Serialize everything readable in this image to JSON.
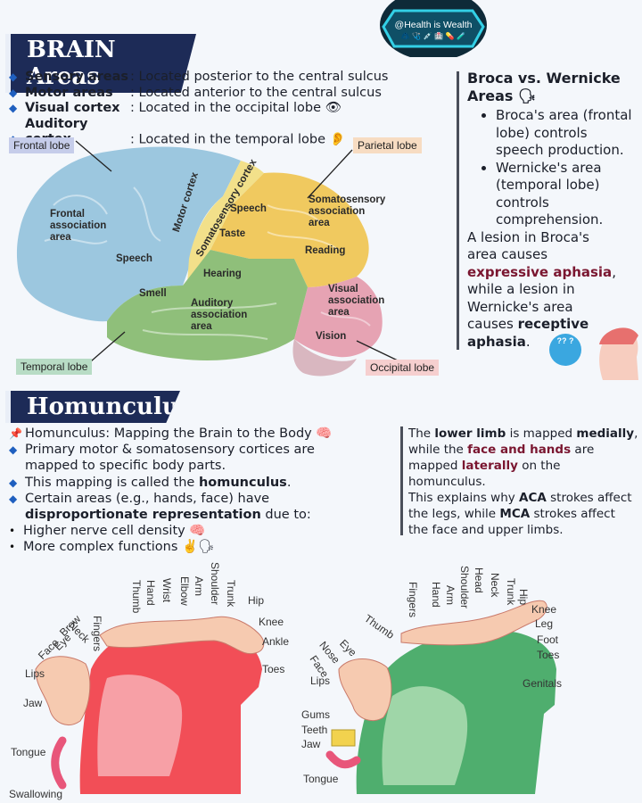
{
  "badge": {
    "text": "@Health is Wealth",
    "icons": "🧥 🩺 💉 🏥 💊 🧪"
  },
  "brain": {
    "title": "BRAIN Areas",
    "bullets": [
      {
        "term": "Sensory areas",
        "sep": ":",
        "desc": "Located posterior to the central sulcus"
      },
      {
        "term": "Motor areas",
        "sep": ":",
        "desc": "Located anterior to the central sulcus"
      },
      {
        "term": "Visual cortex",
        "sep": ":",
        "desc": "Located in the occipital lobe 👁"
      },
      {
        "term": "Auditory cortex",
        "sep": ":",
        "desc": "Located in the temporal lobe 👂"
      }
    ],
    "lobe_tags": {
      "frontal": "Frontal lobe",
      "parietal": "Parietal lobe",
      "temporal": "Temporal lobe",
      "occipital": "Occipital lobe"
    },
    "labels": {
      "frontal_assoc": "Frontal\nassociation\narea",
      "motor_cortex": "Motor cortex",
      "somato_cortex": "Somatosensory cortex",
      "speech1": "Speech",
      "taste": "Taste",
      "somato_assoc": "Somatosensory\nassociation\narea",
      "reading": "Reading",
      "speech2": "Speech",
      "hearing": "Hearing",
      "smell": "Smell",
      "auditory_assoc": "Auditory\nassociation\narea",
      "visual_assoc": "Visual\nassociation\narea",
      "vision": "Vision"
    }
  },
  "broca": {
    "title": "Broca vs. Wernicke Areas 🗣",
    "items": [
      "Broca's area (frontal lobe) controls speech production.",
      "Wernicke's area (temporal lobe) controls comprehension."
    ],
    "p1": "A lesion in Broca's area causes ",
    "h1": "expressive aphasia",
    "p2": ", while a lesion in Wernicke's area causes ",
    "h2": "receptive aphasia",
    "p3": ".",
    "bubble": "?? ?"
  },
  "homunculus": {
    "title": "Homunculus",
    "lines": [
      {
        "mark": "📌",
        "text": "Homunculus: Mapping the Brain to the Body 🧠"
      },
      {
        "mark": "◆",
        "text": "Primary motor & somatosensory cortices are"
      },
      {
        "mark": "",
        "text": "mapped to specific body parts."
      },
      {
        "mark": "◆",
        "text": "This mapping is called the ",
        "bold": "homunculus",
        "after": "."
      },
      {
        "mark": "◆",
        "text": "Certain areas (e.g., hands, face) have"
      },
      {
        "mark": "",
        "text": "",
        "bold": "disproportionate representation",
        "after": " due to:"
      },
      {
        "mark": "•",
        "text": "Higher nerve cell density 🧠"
      },
      {
        "mark": "•",
        "text": "More complex functions ✌️🗣"
      }
    ],
    "note": {
      "a": "The ",
      "b": "lower limb",
      "c": " is mapped ",
      "d": "medially",
      "e": ", while the ",
      "f": "face and hands",
      "g": " are mapped ",
      "h": "laterally",
      "i": " on the homunculus.",
      "j": "This explains why ",
      "k": "ACA",
      "l": " strokes affect the legs, while ",
      "m": "MCA",
      "n": " strokes affect the face and upper limbs."
    },
    "motor_parts": [
      "Fingers",
      "Thumb",
      "Hand",
      "Wrist",
      "Elbow",
      "Arm",
      "Shoulder",
      "Trunk",
      "Hip",
      "Knee",
      "Ankle",
      "Toes",
      "Neck",
      "Brow",
      "Eye",
      "Face",
      "Lips",
      "Jaw",
      "Tongue",
      "Swallowing"
    ],
    "sensory_parts": [
      "Fingers",
      "Hand",
      "Arm",
      "Shoulder",
      "Head",
      "Neck",
      "Trunk",
      "Hip",
      "Knee",
      "Leg",
      "Foot",
      "Toes",
      "Genitals",
      "Thumb",
      "Eye",
      "Nose",
      "Face",
      "Lips",
      "Gums",
      "Teeth",
      "Jaw",
      "Tongue"
    ],
    "colors": {
      "motor": "#f24e57",
      "sensory": "#4fae6e"
    }
  }
}
